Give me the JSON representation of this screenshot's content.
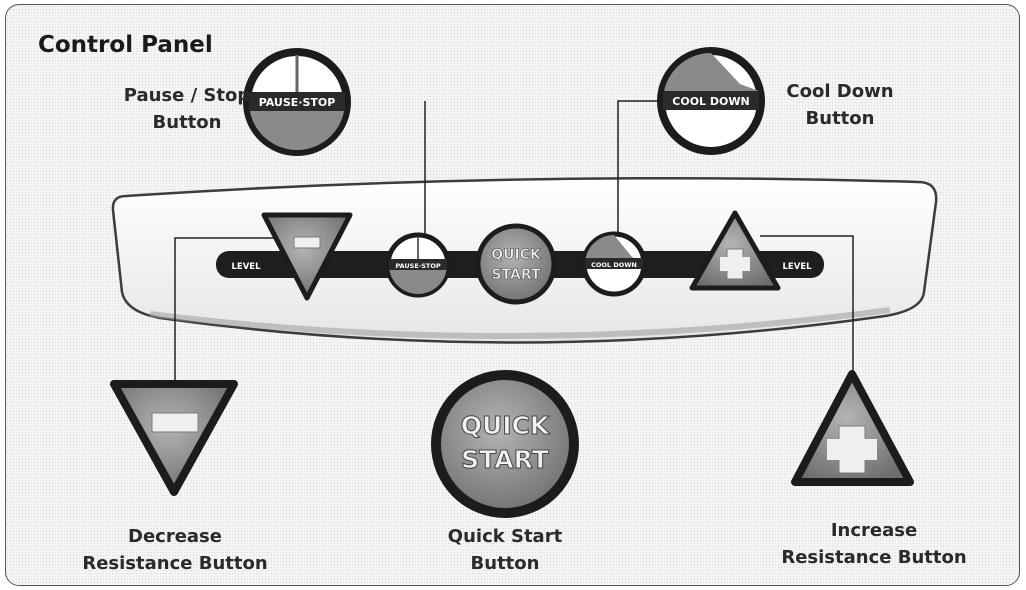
{
  "title": "Control Panel",
  "buttons": {
    "pause_stop": {
      "icon_text": "PAUSE·STOP",
      "caption_1": "Pause / Stop",
      "caption_2": "Button"
    },
    "cool_down": {
      "icon_text": "COOL DOWN",
      "caption_1": "Cool Down",
      "caption_2": "Button"
    },
    "quick_start": {
      "icon_line_1": "QUICK",
      "icon_line_2": "START",
      "caption_1": "Quick Start",
      "caption_2": "Button"
    },
    "decrease": {
      "caption_1": "Decrease",
      "caption_2": "Resistance Button"
    },
    "increase": {
      "caption_1": "Increase",
      "caption_2": "Resistance Button"
    }
  },
  "console": {
    "level_left": "LEVEL",
    "level_right": "LEVEL"
  },
  "colors": {
    "button_fill": "#8a8a8a",
    "button_ring": "#1c1c1c",
    "console_fill": "#f7f7f7",
    "strip": "#1e1e1e",
    "leader_line": "#222222"
  }
}
